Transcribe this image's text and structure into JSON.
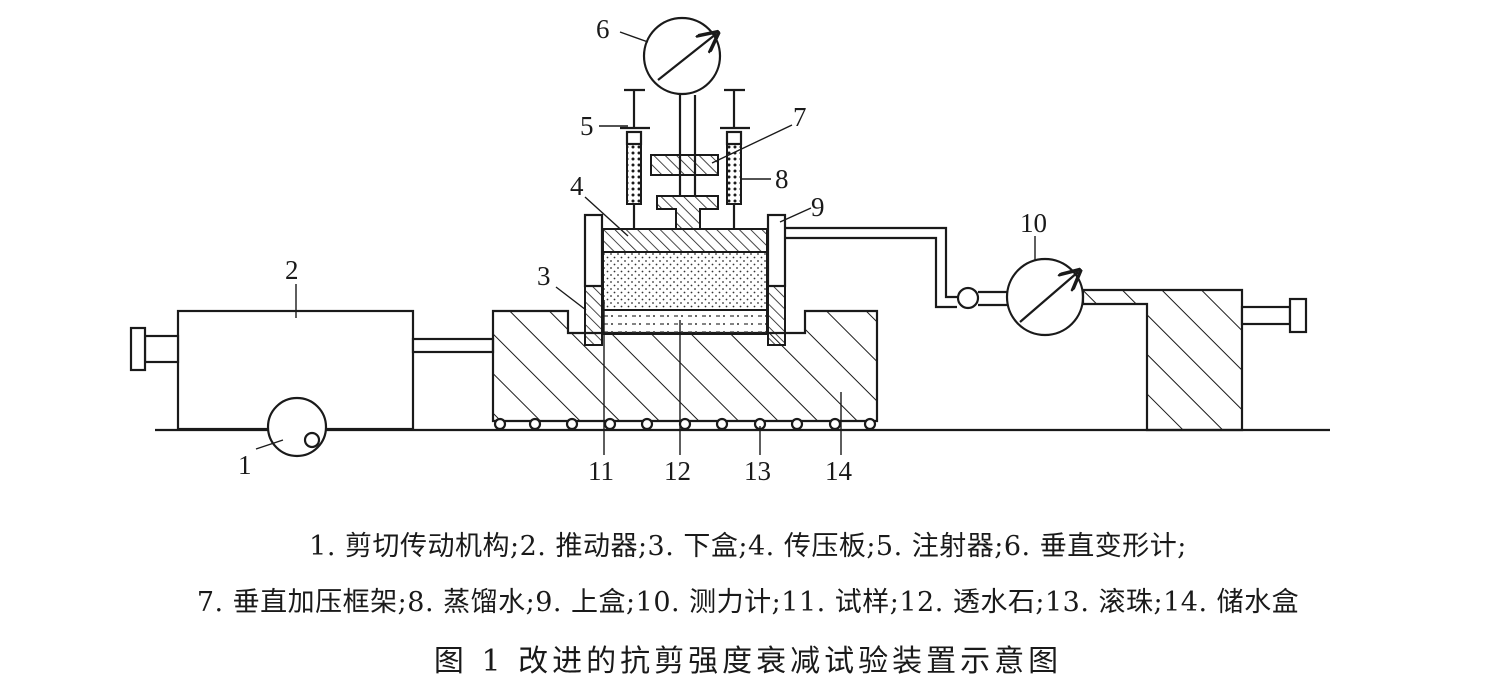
{
  "labels": {
    "l1": "1",
    "l2": "2",
    "l3": "3",
    "l4": "4",
    "l5": "5",
    "l6": "6",
    "l7": "7",
    "l8": "8",
    "l9": "9",
    "l10": "10",
    "l11": "11",
    "l12": "12",
    "l13": "13",
    "l14": "14"
  },
  "legend": {
    "line1": "1. 剪切传动机构;2. 推动器;3. 下盒;4. 传压板;5. 注射器;6. 垂直变形计;",
    "line2": "7. 垂直加压框架;8. 蒸馏水;9. 上盒;10. 测力计;11. 试样;12. 透水石;13. 滚珠;14. 储水盒"
  },
  "figure_title": "图 1   改进的抗剪强度衰减试验装置示意图"
}
